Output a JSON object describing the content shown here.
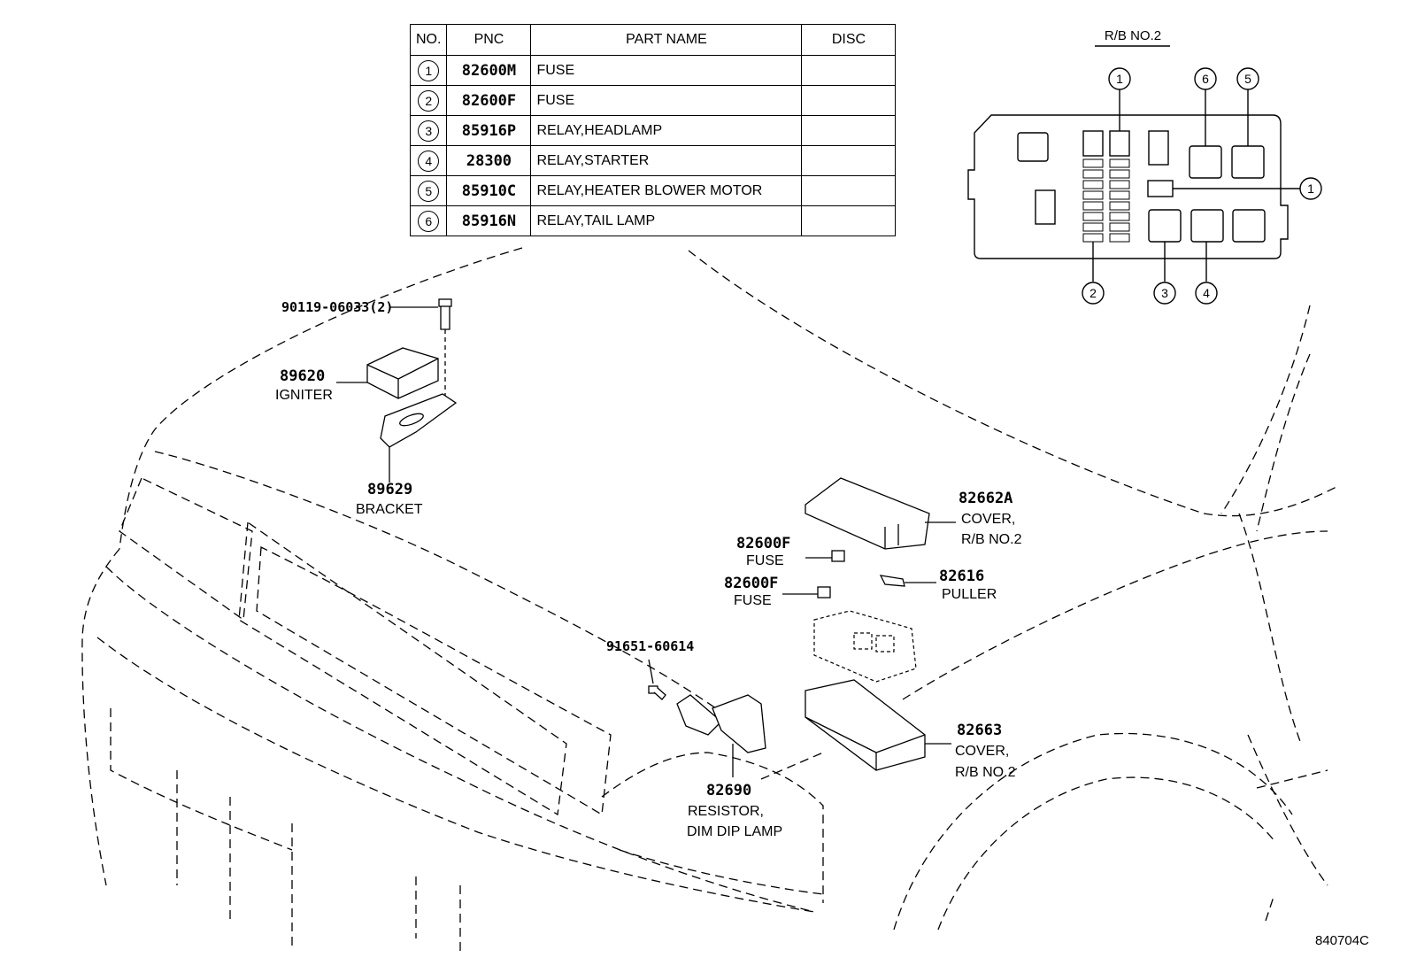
{
  "table": {
    "headers": {
      "no": "NO.",
      "pnc": "PNC",
      "part_name": "PART NAME",
      "disc": "DISC"
    },
    "rows": [
      {
        "no": "1",
        "pnc": "82600M",
        "name": "FUSE",
        "disc": ""
      },
      {
        "no": "2",
        "pnc": "82600F",
        "name": "FUSE",
        "disc": ""
      },
      {
        "no": "3",
        "pnc": "85916P",
        "name": "RELAY,HEADLAMP",
        "disc": ""
      },
      {
        "no": "4",
        "pnc": "28300",
        "name": "RELAY,STARTER",
        "disc": ""
      },
      {
        "no": "5",
        "pnc": "85910C",
        "name": "RELAY,HEATER BLOWER MOTOR",
        "disc": ""
      },
      {
        "no": "6",
        "pnc": "85916N",
        "name": "RELAY,TAIL LAMP",
        "disc": ""
      }
    ]
  },
  "inset": {
    "title": "R/B NO.2",
    "callouts": [
      "1",
      "6",
      "5",
      "1",
      "2",
      "3",
      "4"
    ]
  },
  "labels": {
    "bolt_pnc": "90119-06033(2)",
    "igniter_pnc": "89620",
    "igniter_name": "IGNITER",
    "bracket_pnc": "89629",
    "bracket_name": "BRACKET",
    "cover_top_pnc": "82662A",
    "cover_top_name1": "COVER,",
    "cover_top_name2": "R/B NO.2",
    "fuse1_pnc": "82600F",
    "fuse1_name": "FUSE",
    "fuse2_pnc": "82600F",
    "fuse2_name": "FUSE",
    "puller_pnc": "82616",
    "puller_name": "PULLER",
    "screw_pnc": "91651-60614",
    "cover_bot_pnc": "82663",
    "cover_bot_name1": "COVER,",
    "cover_bot_name2": "R/B NO.2",
    "resistor_pnc": "82690",
    "resistor_name1": "RESISTOR,",
    "resistor_name2": "DIM DIP LAMP"
  },
  "figure_code": "840704C"
}
